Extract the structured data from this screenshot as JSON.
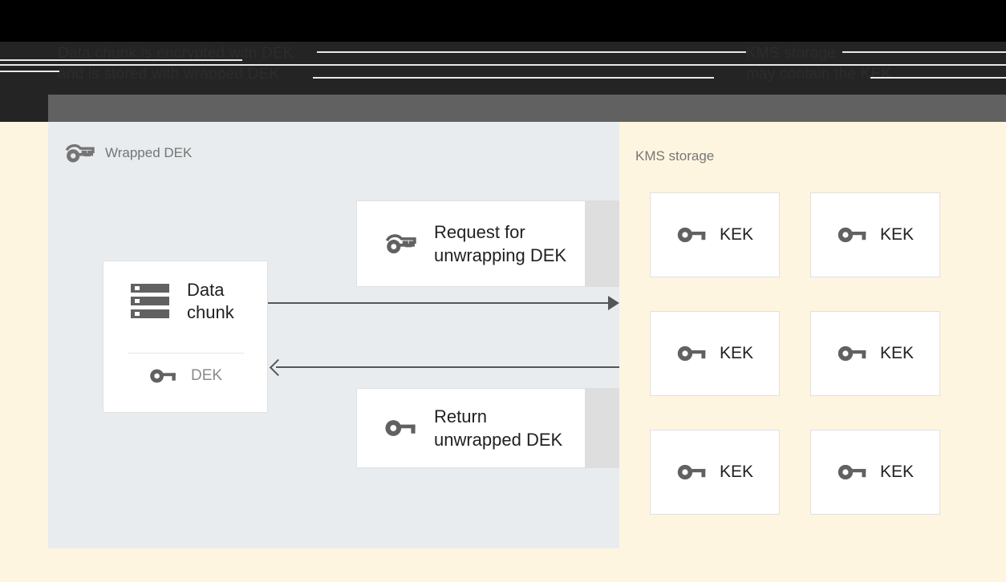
{
  "header": {
    "line1": "Data chunk is encrypted with DEK",
    "line2": "and is stored with wrapped DEK",
    "right_line1": "KMS storage",
    "right_line2": "may contain the KEK"
  },
  "left_panel": {
    "title": "Wrapped DEK",
    "title_icon": "wrapped-key-icon",
    "data_chunk_card": {
      "icon": "storage-chunk-icon",
      "label": "Data\nchunk",
      "key_icon": "key-icon",
      "key_label": "DEK"
    },
    "request_card": {
      "icon": "wrapped-key-icon",
      "label": "Request for\nunwrapping DEK"
    },
    "return_card": {
      "icon": "key-icon",
      "label": "Return\nunwrapped DEK"
    },
    "arrows": [
      {
        "name": "request-arrow",
        "direction": "right"
      },
      {
        "name": "return-arrow",
        "direction": "left"
      }
    ]
  },
  "right_panel": {
    "title": "KMS storage",
    "kek_cards": [
      {
        "icon": "key-icon",
        "label": "KEK"
      },
      {
        "icon": "key-icon",
        "label": "KEK"
      },
      {
        "icon": "key-icon",
        "label": "KEK"
      },
      {
        "icon": "key-icon",
        "label": "KEK"
      },
      {
        "icon": "key-icon",
        "label": "KEK"
      },
      {
        "icon": "key-icon",
        "label": "KEK"
      }
    ]
  },
  "colors": {
    "left_panel_bg": "#e8ecef",
    "right_panel_bg": "#fdf5e0",
    "card_bg": "#ffffff",
    "card_border": "#e0e0e0",
    "icon_gray": "#616161",
    "text_dark": "#212121",
    "text_muted": "#757575",
    "arrow": "#555555",
    "top_bar_dark": "#242424",
    "top_bar_gray": "#616161",
    "card_bleed": "#dedede"
  }
}
